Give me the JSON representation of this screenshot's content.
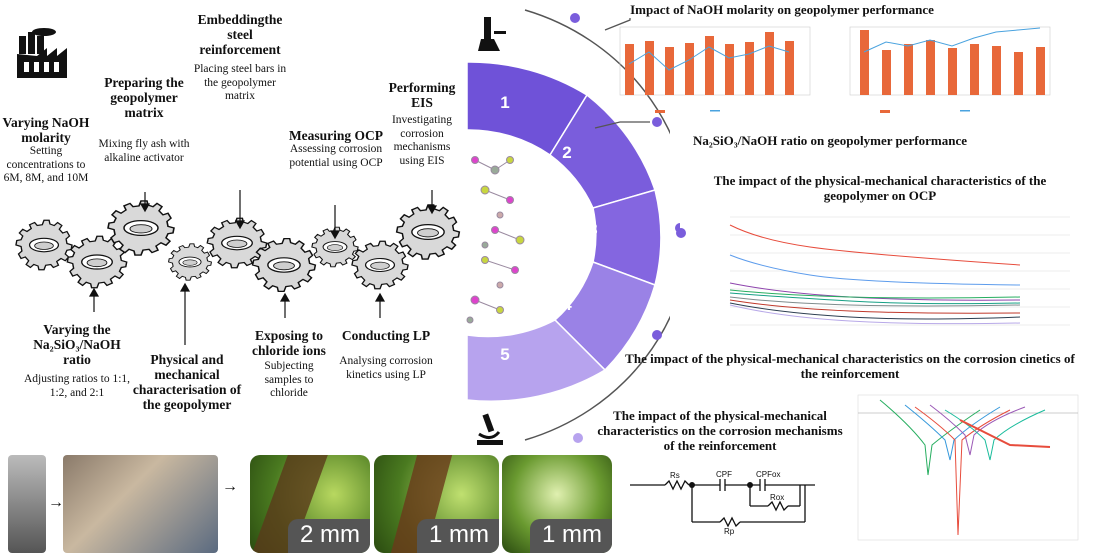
{
  "steps": {
    "varying_naoh": {
      "title": "Varying NaOH molarity",
      "desc": "Setting concentrations to 6M, 8M, and 10M"
    },
    "preparing": {
      "title": "Preparing the geopolymer matrix",
      "desc": "Mixing fly ash with alkaline activator"
    },
    "embedding": {
      "title": "Embeddingthe steel reinforcement",
      "desc": "Placing steel bars in the geopolymer matrix"
    },
    "measuring_ocp": {
      "title": "Measuring OCP",
      "desc": "Assessing corrosion potential using OCP"
    },
    "performing_eis": {
      "title": "Performing EIS",
      "desc": "Investigating corrosion mechanisms using EIS"
    },
    "varying_ratio": {
      "title": "Varying the Na₂SiO₃/NaOH ratio",
      "desc": "Adjusting ratios to 1:1, 1:2, and 2:1"
    },
    "physical": {
      "title": "Physical and mechanical characterisation of the geopolymer"
    },
    "exposing": {
      "title": "Exposing to chloride ions",
      "desc": "Subjecting samples to chloride"
    },
    "conducting_lp": {
      "title": "Conducting LP",
      "desc": "Analysing corrosion kinetics using LP"
    }
  },
  "fan_numbers": [
    "1",
    "2",
    "3",
    "4",
    "5"
  ],
  "fan_colors": [
    "#6f52d8",
    "#7a5ddc",
    "#8466e0",
    "#9a82e6",
    "#b7a3ee"
  ],
  "results": {
    "r1": "Impact of NaOH molarity on geopolymer performance",
    "r2": "Na₂SiO₃/NaOH ratio on geopolymer performance",
    "r3": "The impact of the physical-mechanical characteristics of the geopolymer on OCP",
    "r4": "The impact of the physical-mechanical characteristics on the corrosion cinetics of the reinforcement",
    "r5": "The impact of the physical-mechanical characteristics on the corrosion mechanisms of the reinforcement"
  },
  "circuit": {
    "rs": "Rs",
    "cpf": "CPF",
    "cpfox": "CPFox",
    "rox": "Rox",
    "rp": "Rp"
  },
  "photos": {
    "p1": "2 mm",
    "p2": "1 mm",
    "p3": "1 mm"
  },
  "icons": [
    "factory-icon",
    "flask-icon",
    "microscope-icon",
    "gear-icon"
  ]
}
